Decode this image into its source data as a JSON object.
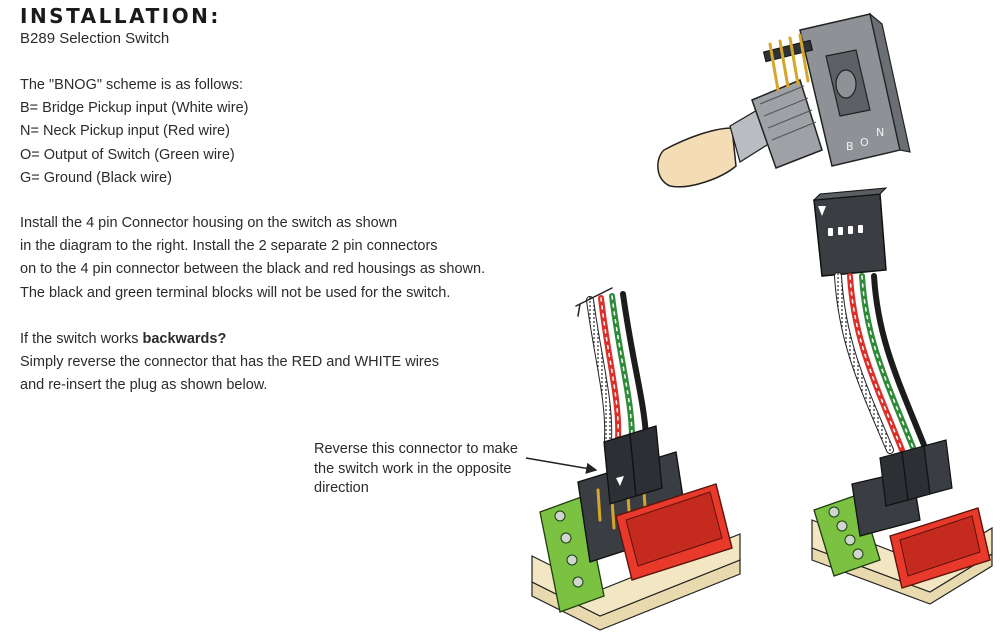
{
  "heading": "INSTALLATION:",
  "subtitle": "B289 Selection Switch",
  "scheme": {
    "intro": "The \"BNOG\" scheme is as follows:",
    "lines": [
      "B= Bridge Pickup input (White wire)",
      "N= Neck Pickup input (Red wire)",
      "O= Output of Switch (Green wire)",
      "G= Ground (Black wire)"
    ]
  },
  "install": {
    "lines": [
      "Install the 4 pin Connector housing on the switch as shown",
      "in the diagram to the right. Install the 2 separate 2 pin connectors",
      "on to the 4 pin connector between the black and red housings as shown.",
      "The black and green terminal blocks will not be used for the switch."
    ]
  },
  "backwards": {
    "line1_prefix": "If the switch works ",
    "line1_bold": "backwards?",
    "lines": [
      "Simply reverse the connector that has the RED and WHITE wires",
      "and re-insert the plug as shown below."
    ]
  },
  "callout": {
    "lines": [
      "Reverse this connector to make",
      "the switch work in the opposite",
      "direction"
    ]
  },
  "diagram": {
    "switch_labels": {
      "bridge": "B",
      "output": "O",
      "neck": "N"
    },
    "colors": {
      "wire_white": "#ffffff",
      "wire_red": "#d9302a",
      "wire_green": "#2f8a3a",
      "wire_black": "#1c1c1c",
      "terminal_green": "#7cc242",
      "header_red": "#e8392b",
      "housing": "#3a3d42",
      "board": "#f3e6c2",
      "knob": "#f4dcb4",
      "switch_body": "#8e9196"
    }
  }
}
